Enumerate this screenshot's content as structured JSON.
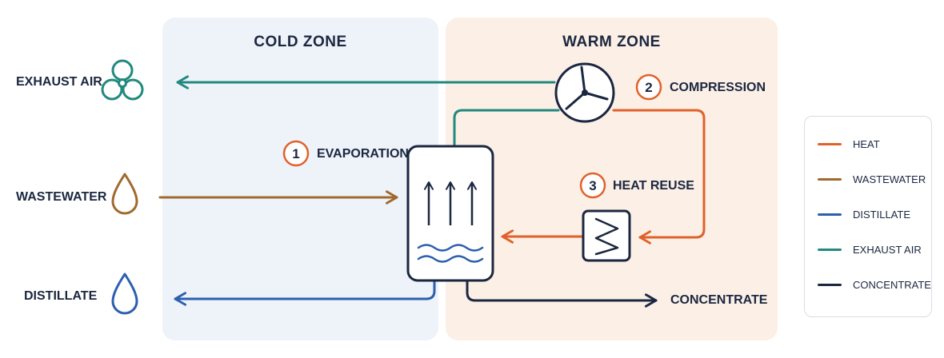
{
  "zones": {
    "cold": "COLD ZONE",
    "warm": "WARM ZONE"
  },
  "inputs": {
    "exhaust_air": "EXHAUST AIR",
    "wastewater": "WASTEWATER",
    "distillate": "DISTILLATE"
  },
  "steps": [
    {
      "number": "1",
      "label": "EVAPORATION"
    },
    {
      "number": "2",
      "label": "COMPRESSION"
    },
    {
      "number": "3",
      "label": "HEAT REUSE"
    }
  ],
  "output": {
    "concentrate": "CONCENTRATE"
  },
  "legend": [
    {
      "label": "HEAT",
      "color": "#e0622b"
    },
    {
      "label": "WASTEWATER",
      "color": "#a0692e"
    },
    {
      "label": "DISTILLATE",
      "color": "#2c5fae"
    },
    {
      "label": "EXHAUST AIR",
      "color": "#22897e"
    },
    {
      "label": "CONCENTRATE",
      "color": "#1b2740"
    }
  ],
  "colors": {
    "heat": "#e0622b",
    "wastewater": "#a0692e",
    "distillate": "#2c5fae",
    "exhaust_air": "#22897e",
    "concentrate": "#1b2740",
    "cold_zone_bg": "#eef2f9",
    "warm_zone_bg": "#fbefe6"
  },
  "icons": {
    "exhaust_air": "fan-icon",
    "wastewater": "droplet-icon",
    "distillate": "droplet-icon",
    "compressor": "compressor-fan-icon",
    "heat_exchanger": "heat-exchanger-icon",
    "evaporator": "evaporator-tank-icon"
  }
}
